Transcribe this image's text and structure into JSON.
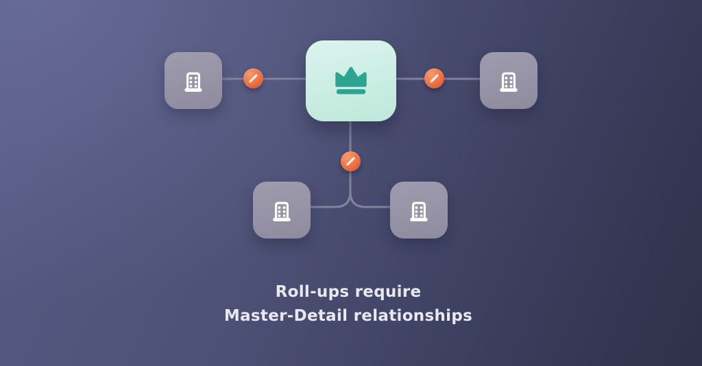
{
  "caption": {
    "line1": "Roll-ups require",
    "line2": "Master-Detail relationships"
  },
  "nodes": {
    "master": {
      "icon": "crown-icon"
    },
    "details": [
      {
        "id": "top-left",
        "icon": "building-icon"
      },
      {
        "id": "top-right",
        "icon": "building-icon"
      },
      {
        "id": "bottom-left",
        "icon": "building-icon"
      },
      {
        "id": "bottom-right",
        "icon": "building-icon"
      }
    ]
  },
  "connectors": {
    "dot_icon": "pencil-icon",
    "positions": [
      "left",
      "right",
      "middle"
    ]
  },
  "colors": {
    "background_light": "#5d6190",
    "background_dark": "#2e3148",
    "master_tile_bg": "#cdeee4",
    "crown": "#2fa391",
    "detail_tile_bg": "#9593a5",
    "icon_white": "#ffffff",
    "connector_line": "#82839a",
    "connector_dot": "#ee7144",
    "caption_text": "#e8e8ef"
  }
}
